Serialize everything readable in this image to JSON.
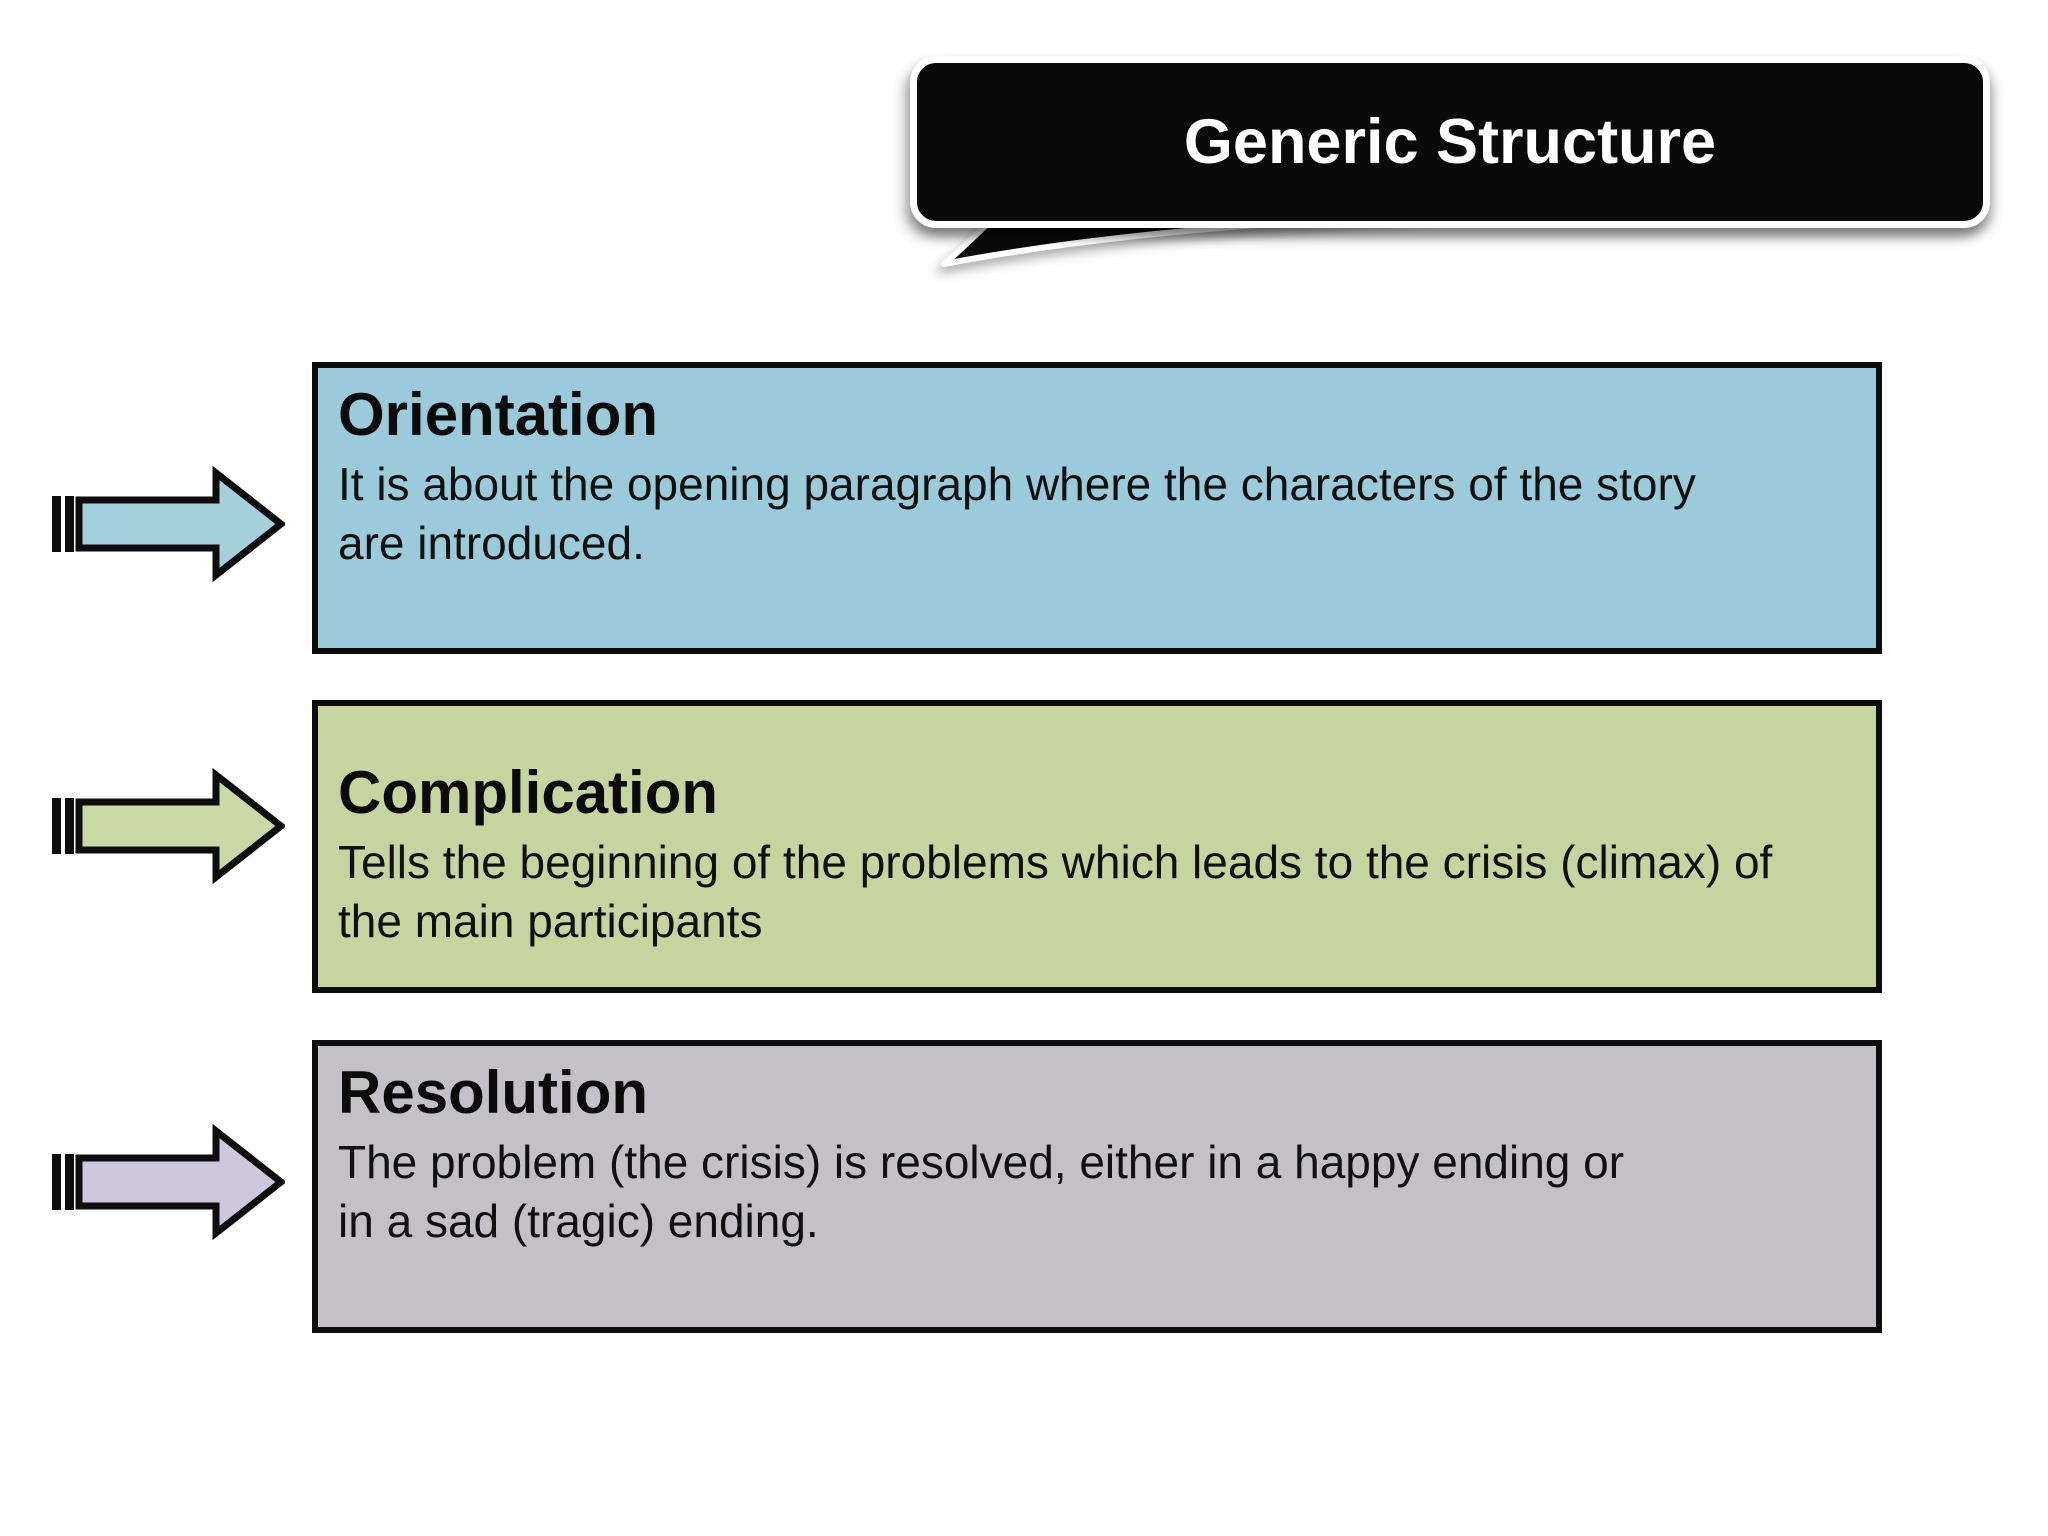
{
  "slide": {
    "background_color": "#fefefe"
  },
  "callout": {
    "title": "Generic Structure",
    "fill_color": "#0a0a0a",
    "text_color": "#ffffff"
  },
  "sections": [
    {
      "title": "Orientation",
      "description": "It is about the opening paragraph where the characters of the story are introduced.",
      "box_fill": "#9bcadb",
      "arrow_fill": "#a5cfdd"
    },
    {
      "title": "Complication",
      "description": "Tells the beginning of the problems which leads to the crisis (climax) of the main participants",
      "box_fill": "#c6d5a0",
      "arrow_fill": "#c9d8a6"
    },
    {
      "title": "Resolution",
      "description": "The problem (the crisis) is resolved, either in a happy ending or in a sad (tragic) ending.",
      "box_fill": "#c3c1c5",
      "arrow_fill": "#cdc6dd"
    }
  ],
  "colors": {
    "outline": "#0d0d0d",
    "text": "#101010"
  }
}
